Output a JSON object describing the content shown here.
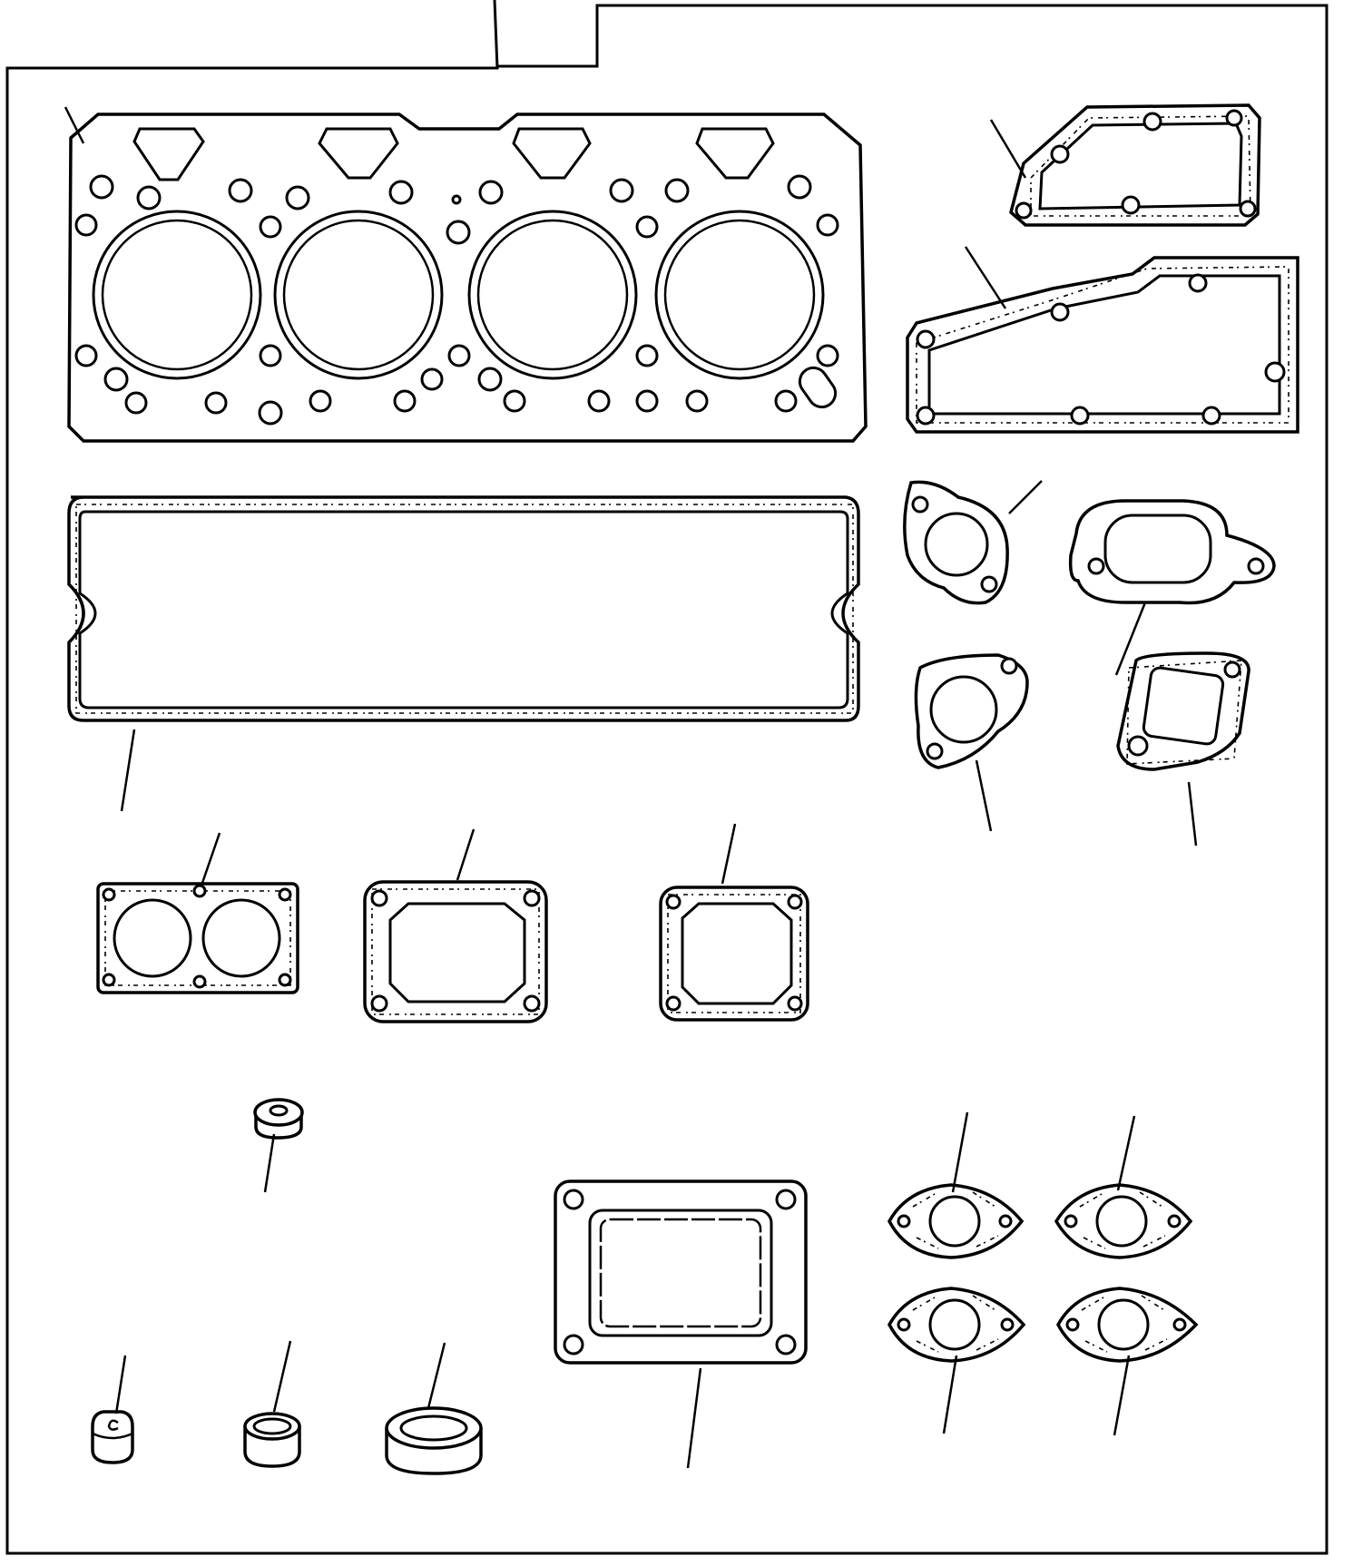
{
  "diagram": {
    "kind": "exploded parts illustration — engine gasket set",
    "parts": [
      {
        "id": "cylinder-head-gasket"
      },
      {
        "id": "top-cover-gasket"
      },
      {
        "id": "side-cover-gasket"
      },
      {
        "id": "rocker-cover-gasket"
      },
      {
        "id": "flange-gasket-round-a"
      },
      {
        "id": "flange-gasket-oval"
      },
      {
        "id": "flange-gasket-round-b"
      },
      {
        "id": "flange-gasket-rect-small"
      },
      {
        "id": "double-port-gasket"
      },
      {
        "id": "rect-gasket-a"
      },
      {
        "id": "rect-gasket-b"
      },
      {
        "id": "seal-cap"
      },
      {
        "id": "manifold-gasket-large"
      },
      {
        "id": "port-gasket-1"
      },
      {
        "id": "port-gasket-2"
      },
      {
        "id": "port-gasket-3"
      },
      {
        "id": "port-gasket-4"
      },
      {
        "id": "valve-stem-seal"
      },
      {
        "id": "seal-ring-small"
      },
      {
        "id": "seal-ring-large"
      }
    ]
  }
}
